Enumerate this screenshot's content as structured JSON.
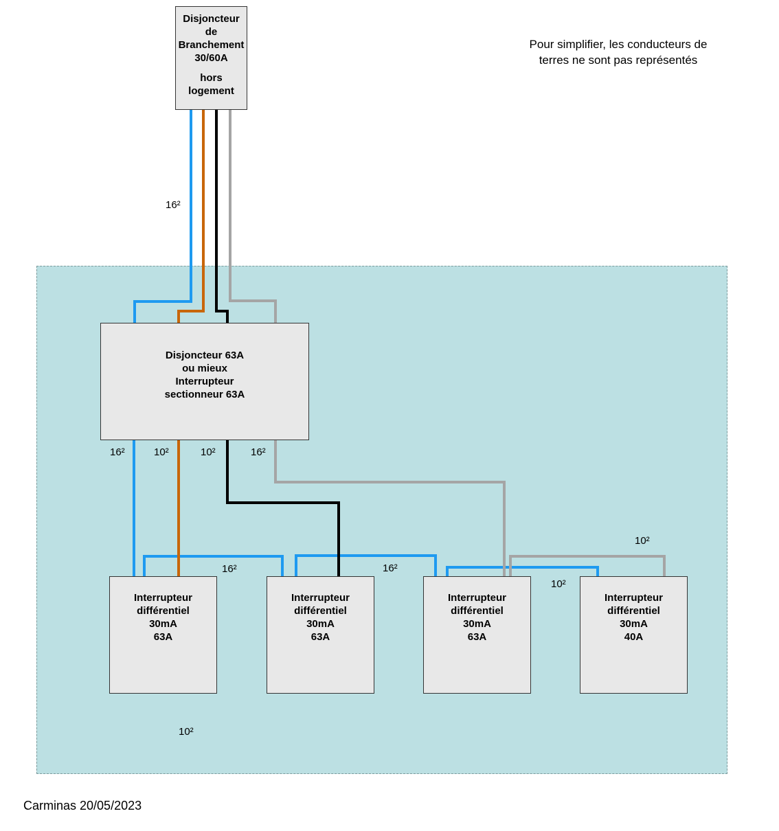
{
  "colors": {
    "panel_background": "#bce0e3",
    "box_fill": "#e8e8e8",
    "neutral_wire": "#1e9af0",
    "phase1_wire": "#c8660a",
    "phase2_wire": "#000000",
    "phase3_wire": "#a5a5a5"
  },
  "note": {
    "line1": "Pour simplifier, les conducteurs de",
    "line2": "terres ne sont pas représentés"
  },
  "main_breaker": {
    "line1": "Disjoncteur",
    "line2": "de",
    "line3": "Branchement",
    "line4": "30/60A",
    "line5": "hors",
    "line6": "logement"
  },
  "master_switch": {
    "line1": "Disjoncteur 63A",
    "line2": "ou mieux",
    "line3": "Interrupteur",
    "line4": "sectionneur 63A"
  },
  "rcds": [
    {
      "line1": "Interrupteur",
      "line2": "différentiel",
      "line3": "30mA",
      "line4": "63A"
    },
    {
      "line1": "Interrupteur",
      "line2": "différentiel",
      "line3": "30mA",
      "line4": "63A"
    },
    {
      "line1": "Interrupteur",
      "line2": "différentiel",
      "line3": "30mA",
      "line4": "63A"
    },
    {
      "line1": "Interrupteur",
      "line2": "différentiel",
      "line3": "30mA",
      "line4": "40A"
    }
  ],
  "section_labels": {
    "supply": "16²",
    "out_neutral": "16²",
    "out_phase1": "10²",
    "out_phase2": "10²",
    "out_phase3": "16²",
    "bridge_1_2": "16²",
    "bridge_2_3": "16²",
    "bridge_3_4": "10²",
    "grey_bridge": "10²",
    "bottom": "10²"
  },
  "credit": "Carminas 20/05/2023"
}
